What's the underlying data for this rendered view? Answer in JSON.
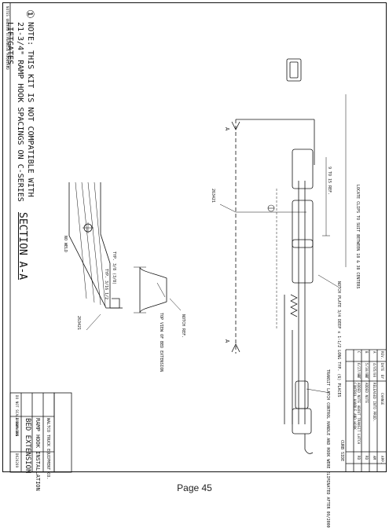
{
  "sheet": {
    "edge_note": "NOTES UNLESS OTHERWISE REQUIRED",
    "note": {
      "marker": "①",
      "lines": [
        "NOTE: THIS KIT IS NOT COMPATIBLE WITH",
        "21-3/4\" RAMP HOOK SPACINGS ON C-SERIES",
        "LIFTGATES."
      ]
    },
    "section_label": "SECTION A-A",
    "section_marks": [
      "A",
      "A"
    ],
    "labels": {
      "no_weld": "NO WELD",
      "typ_a": "TYP. 3/8 (3/8)",
      "typ_b": "TYP. 3/16 1/2",
      "part_a": "263421",
      "part_b": "263421",
      "notch_ref": "NOTCH REF.",
      "top_view": "TOP VIEW OF BED EXTENSION",
      "locate_clips": "LOCATE CLIPS TO SUIT BETWEEN 18 & 38 CENTERS",
      "to_ref": "9 TO 15 REF.",
      "notch_plate": "NOTCH PLATE 3/4 DEEP x 1-1/2 LONG TYP. (6) PLACES",
      "transit_latch": "TRANSIT LATCH CONTROL HANDLE AND HOOK WERE ELIMINATED AFTER 09/2000",
      "curb_side": "CURB SIDE"
    },
    "revision_block": {
      "headers": [
        "REV.",
        "DATE",
        "BY",
        "CHANGE",
        "APP."
      ],
      "rows": [
        [
          "A",
          "4/05/00",
          "",
          "RELEASED INTO PROD.",
          "AM"
        ],
        [
          "B",
          "5/30/03",
          "RT",
          "ADDED NOTE",
          "RD"
        ],
        [
          "C",
          "6/27/03",
          "RT",
          "ADDED NOTE ABOUT TRANSIT LATCH CONTROL HANDLE AND HOOK",
          "RD"
        ]
      ]
    },
    "title_block": {
      "company": "WALTCO TRUCK EQUIPMENT CO.",
      "title": "RAMP HOOK INSTALLATION",
      "subtitle": "BED EXTENSION",
      "scale": "DO NOT SCALE DRAWING",
      "drawn": "DRAWN BRN",
      "part_no": "D620289"
    }
  },
  "page_label": "Page 45"
}
